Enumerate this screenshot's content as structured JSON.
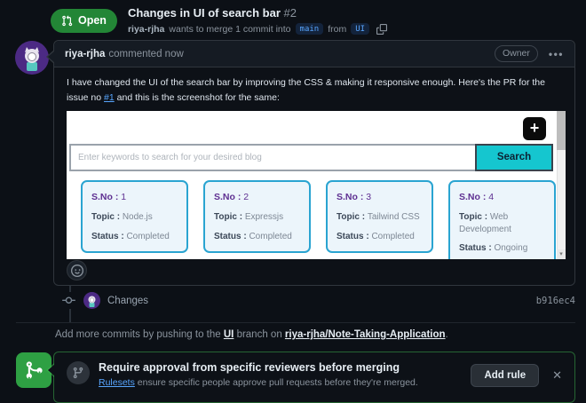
{
  "pr_header": {
    "status_label": "Open",
    "title": "Changes in UI of search bar",
    "number": "#2",
    "author": "riya-rjha",
    "merge_text_before": "wants to merge 1 commit into",
    "base_branch": "main",
    "merge_text_between": "from",
    "head_branch": "UI"
  },
  "comment": {
    "author": "riya-rjha",
    "action": "commented now",
    "owner_badge": "Owner",
    "kebab": "•••",
    "body_text": "I have changed the UI of the search bar by improving the CSS & making it responsive enough. Here's the PR for the issue no",
    "issue_link": "#1",
    "body_text2": "and this is the screenshot for the same:"
  },
  "screenshot": {
    "plus_button": "+",
    "search_placeholder": "Enter keywords to search for your desired blog",
    "search_button": "Search",
    "scroll_arrow": "▾",
    "cards": [
      {
        "sno_label": "S.No :",
        "sno_value": "1",
        "topic_label": "Topic :",
        "topic_value": "Node.js",
        "status_label": "Status :",
        "status_value": "Completed"
      },
      {
        "sno_label": "S.No :",
        "sno_value": "2",
        "topic_label": "Topic :",
        "topic_value": "Expressjs",
        "status_label": "Status :",
        "status_value": "Completed"
      },
      {
        "sno_label": "S.No :",
        "sno_value": "3",
        "topic_label": "Topic :",
        "topic_value": "Tailwind CSS",
        "status_label": "Status :",
        "status_value": "Completed"
      },
      {
        "sno_label": "S.No :",
        "sno_value": "4",
        "topic_label": "Topic :",
        "topic_value": "Web Development",
        "status_label": "Status :",
        "status_value": "Ongoing"
      }
    ]
  },
  "commit_row": {
    "label": "Changes",
    "hash": "b916ec4"
  },
  "push_note": {
    "prefix": "Add more commits by pushing to the",
    "branch": "UI",
    "middle": "branch on",
    "repo": "riya-rjha/Note-Taking-Application",
    "suffix": "."
  },
  "merge_panel": {
    "title": "Require approval from specific reviewers before merging",
    "subtitle_link": "Rulesets",
    "subtitle_rest": "ensure specific people approve pull requests before they're merged.",
    "add_rule_button": "Add rule",
    "close": "✕"
  },
  "colors": {
    "open_badge_green": "#238636",
    "merge_icon_green": "#2ea043",
    "link_blue": "#58a6ff",
    "search_teal": "#15c6cf",
    "card_border": "#2aa4d1",
    "card_sno_purple": "#5e2f91",
    "page_bg": "#0c1016"
  }
}
